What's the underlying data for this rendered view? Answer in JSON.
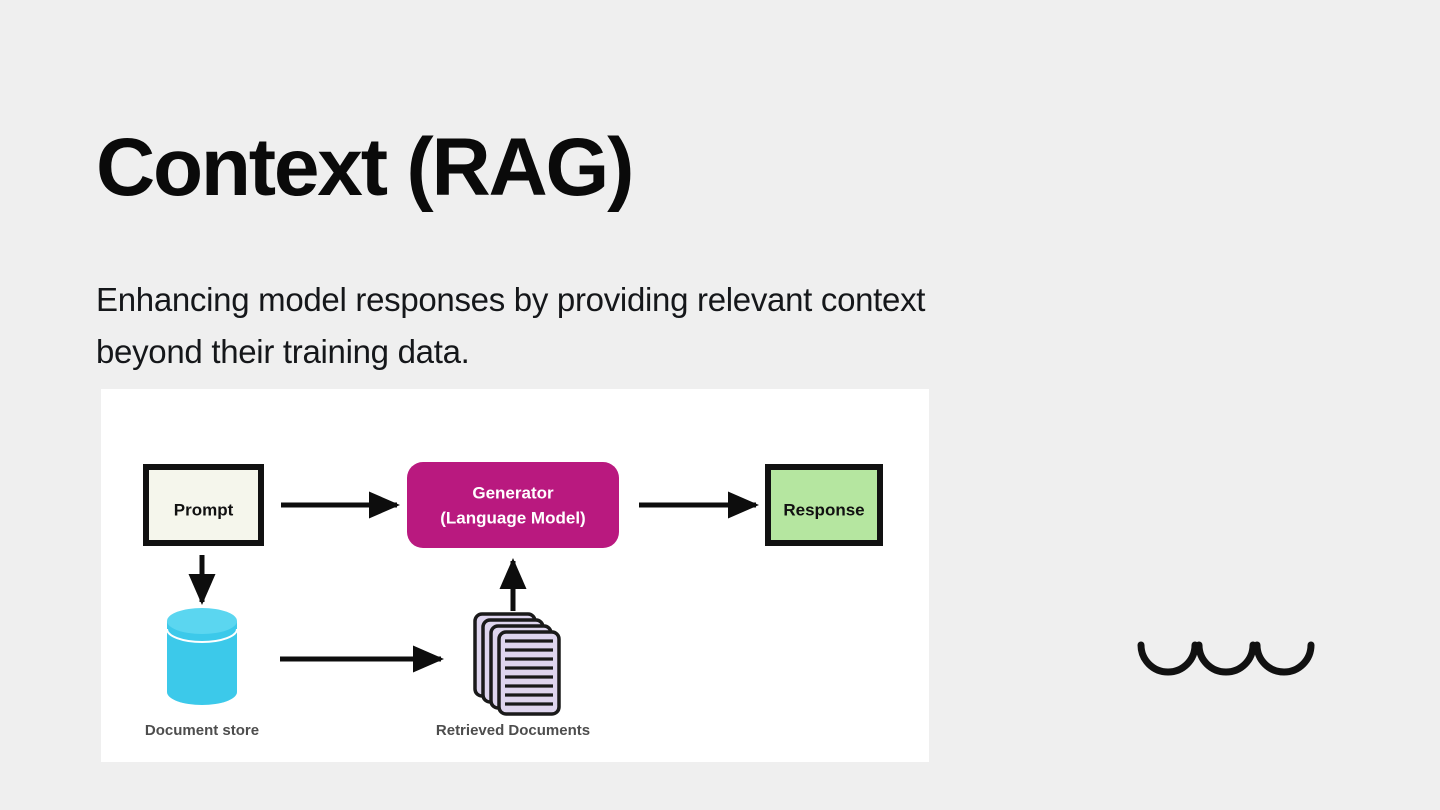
{
  "slide": {
    "background_color": "#efefef",
    "title": "Context (RAG)",
    "subtitle": "Enhancing model responses by providing relevant context beyond their training data."
  },
  "diagram": {
    "panel_background": "#ffffff",
    "nodes": {
      "prompt": {
        "label": "Prompt",
        "fill": "#f5f6ec",
        "stroke": "#111111",
        "shape": "rectangle"
      },
      "generator": {
        "label_line1": "Generator",
        "label_line2": "(Language Model)",
        "fill": "#b9197f",
        "text_color": "#ffffff",
        "shape": "rounded-rectangle"
      },
      "response": {
        "label": "Response",
        "fill": "#b5e6a0",
        "stroke": "#111111",
        "shape": "rectangle"
      },
      "document_store": {
        "label": "Document store",
        "fill": "#3cc9ea",
        "top_fill": "#5bd6f0",
        "label_color": "#4d4d4d",
        "shape": "cylinder"
      },
      "retrieved_documents": {
        "label": "Retrieved Documents",
        "fill": "#ded5ee",
        "stroke": "#1a1a1a",
        "label_color": "#4d4d4d",
        "shape": "document-stack",
        "sheet_count": 4,
        "line_count": 8
      }
    },
    "arrows": [
      {
        "name": "prompt-to-generator",
        "from": "prompt",
        "to": "generator",
        "direction": "right"
      },
      {
        "name": "generator-to-response",
        "from": "generator",
        "to": "response",
        "direction": "right"
      },
      {
        "name": "prompt-to-document-store",
        "from": "prompt",
        "to": "document_store",
        "direction": "down"
      },
      {
        "name": "document-store-to-retrieved",
        "from": "document_store",
        "to": "retrieved_documents",
        "direction": "right"
      },
      {
        "name": "retrieved-to-generator",
        "from": "retrieved_documents",
        "to": "generator",
        "direction": "up"
      }
    ]
  },
  "decoration": {
    "name": "three-arc-motif",
    "arc_count": 3,
    "color": "#111111"
  }
}
